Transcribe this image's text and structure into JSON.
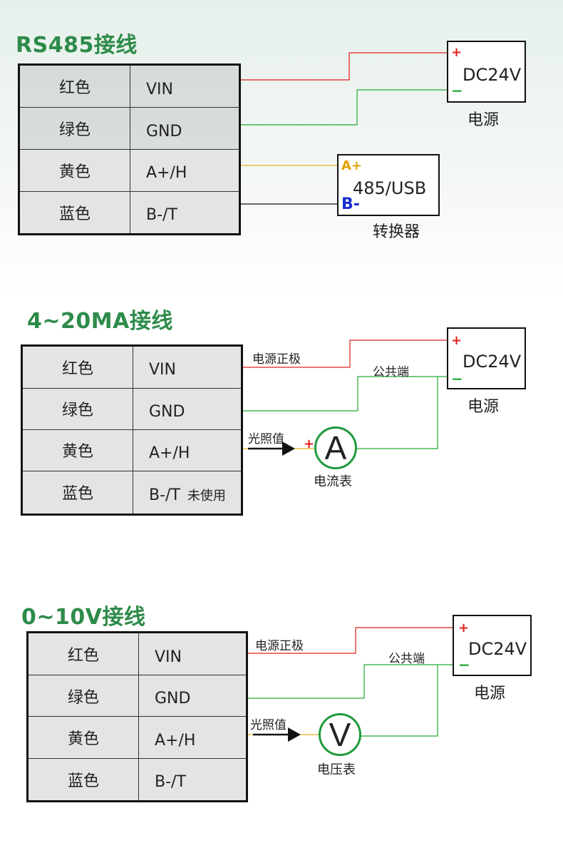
{
  "sections": {
    "rs485": {
      "title": "RS485接线",
      "rows": [
        {
          "color": "红色",
          "pin": "VIN"
        },
        {
          "color": "绿色",
          "pin": "GND"
        },
        {
          "color": "黄色",
          "pin": "A+/H"
        },
        {
          "color": "蓝色",
          "pin": "B-/T"
        }
      ],
      "power": {
        "label": "DC24V",
        "plus": "+",
        "minus": "−",
        "caption": "电源"
      },
      "converter": {
        "label": "485/USB",
        "a_terminal": "A+",
        "b_terminal": "B-",
        "caption": "转换器"
      }
    },
    "ma": {
      "title": "4~20MA接线",
      "rows": [
        {
          "color": "红色",
          "pin": "VIN"
        },
        {
          "color": "绿色",
          "pin": "GND"
        },
        {
          "color": "黄色",
          "pin": "A+/H"
        },
        {
          "color": "蓝色",
          "pin": "B-/T",
          "note": "未使用"
        }
      ],
      "power": {
        "label": "DC24V",
        "plus": "+",
        "minus": "−",
        "caption": "电源"
      },
      "wire_labels": {
        "power_positive": "电源正极",
        "common": "公共端",
        "signal": "光照值"
      },
      "meter": {
        "symbol": "A",
        "plus": "+",
        "caption": "电流表"
      }
    },
    "v": {
      "title": "0~10V接线",
      "rows": [
        {
          "color": "红色",
          "pin": "VIN"
        },
        {
          "color": "绿色",
          "pin": "GND"
        },
        {
          "color": "黄色",
          "pin": "A+/H"
        },
        {
          "color": "蓝色",
          "pin": "B-/T"
        }
      ],
      "power": {
        "label": "DC24V",
        "plus": "+",
        "minus": "−",
        "caption": "电源"
      },
      "wire_labels": {
        "power_positive": "电源正极",
        "common": "公共端",
        "signal": "光照值"
      },
      "meter": {
        "symbol": "V",
        "caption": "电压表"
      }
    }
  },
  "colors": {
    "title": "#2e8b4a",
    "wire_red": "#e02020",
    "wire_green": "#22aa33",
    "wire_yellow": "#e8b020",
    "wire_black": "#111111",
    "meter_ring": "#1f9a3c",
    "terminal_a": "#e0a000",
    "terminal_b": "#1a2fd0"
  }
}
